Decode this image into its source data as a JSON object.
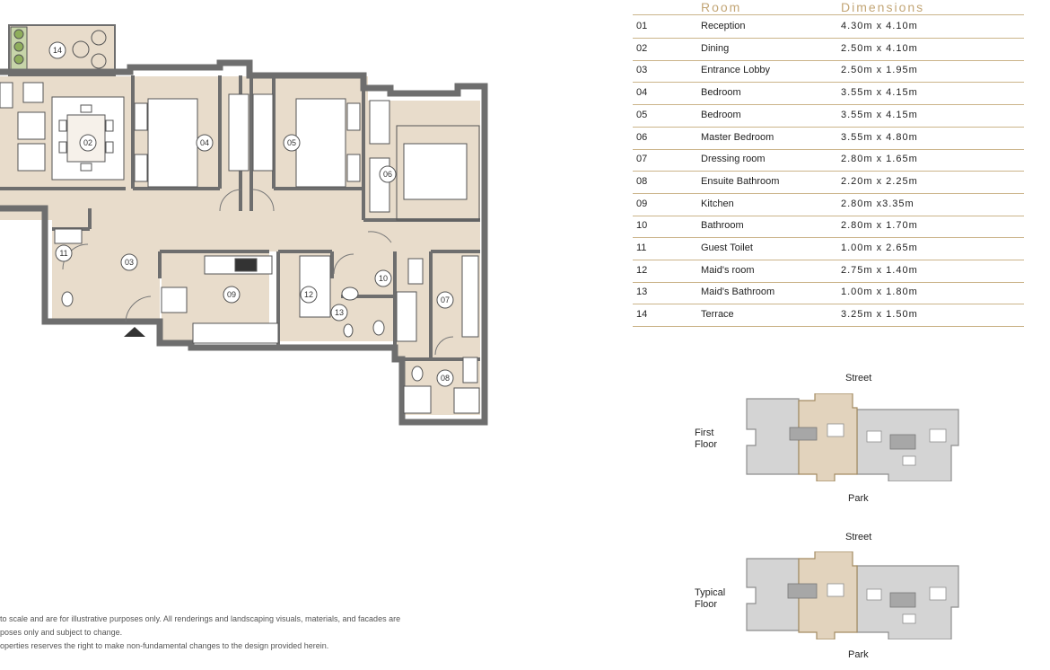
{
  "table": {
    "header_room": "Room",
    "header_dimensions": "Dimensions",
    "rows": [
      {
        "no": "01",
        "room": "Reception",
        "dim": "4.30m x 4.10m"
      },
      {
        "no": "02",
        "room": "Dining",
        "dim": "2.50m x 4.10m"
      },
      {
        "no": "03",
        "room": "Entrance Lobby",
        "dim": "2.50m x 1.95m"
      },
      {
        "no": "04",
        "room": "Bedroom",
        "dim": "3.55m x 4.15m"
      },
      {
        "no": "05",
        "room": "Bedroom",
        "dim": "3.55m x 4.15m"
      },
      {
        "no": "06",
        "room": "Master Bedroom",
        "dim": "3.55m x 4.80m"
      },
      {
        "no": "07",
        "room": "Dressing room",
        "dim": "2.80m x 1.65m"
      },
      {
        "no": "08",
        "room": "Ensuite Bathroom",
        "dim": "2.20m x 2.25m"
      },
      {
        "no": "09",
        "room": "Kitchen",
        "dim": "2.80m x3.35m"
      },
      {
        "no": "10",
        "room": "Bathroom",
        "dim": "2.80m x 1.70m"
      },
      {
        "no": "11",
        "room": "Guest Toilet",
        "dim": "1.00m x 2.65m"
      },
      {
        "no": "12",
        "room": "Maid's room",
        "dim": "2.75m x 1.40m"
      },
      {
        "no": "13",
        "room": "Maid's Bathroom",
        "dim": "1.00m x 1.80m"
      },
      {
        "no": "14",
        "room": "Terrace",
        "dim": "3.25m x 1.50m"
      }
    ]
  },
  "plan": {
    "room_tags": [
      "14",
      "02",
      "04",
      "05",
      "06",
      "11",
      "03",
      "09",
      "12",
      "13",
      "10",
      "07",
      "08"
    ]
  },
  "keyplans": [
    {
      "floor_line1": "First",
      "floor_line2": "Floor",
      "top_label": "Street",
      "bottom_label": "Park"
    },
    {
      "floor_line1": "Typical",
      "floor_line2": "Floor",
      "top_label": "Street",
      "bottom_label": "Park"
    }
  ],
  "disclaimer": [
    "to scale and are for illustrative purposes only. All renderings and landscaping visuals, materials, and facades are",
    "poses only and subject to change.",
    "operties reserves the right to make non-fundamental changes to the design provided herein."
  ],
  "colors": {
    "gold": "#c3a676",
    "rule": "#cbb48a",
    "floor_fill": "#e8dccb",
    "wall": "#6e6e6e",
    "highlight": "#e2d3bd",
    "other_units": "#d4d4d4"
  }
}
